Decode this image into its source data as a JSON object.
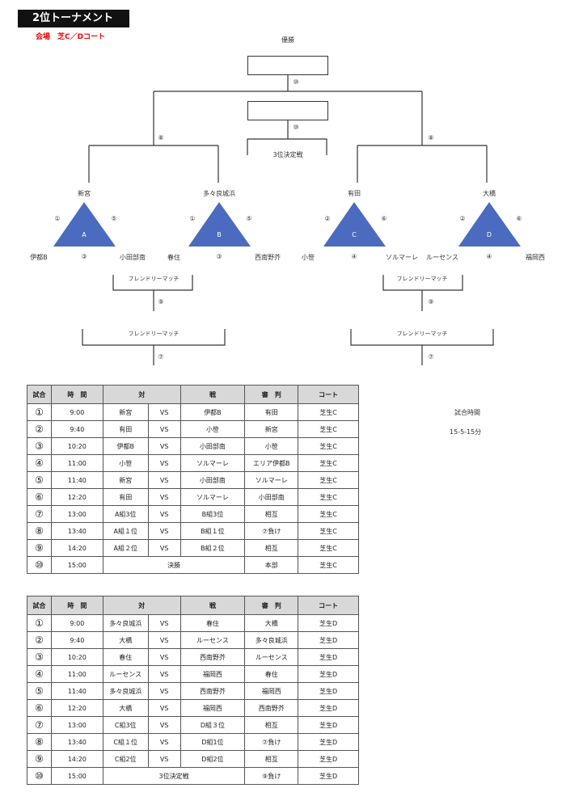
{
  "header": {
    "title": "2位トーナメント",
    "venue": "会場　芝C／Dコート"
  },
  "bracket": {
    "champion_label": "優勝",
    "third_place_label": "3位決定戦",
    "match_final": "⑩",
    "match_third": "⑩",
    "match_left_semi": "⑧",
    "match_right_semi": "⑧",
    "groups": [
      {
        "id": "A",
        "top": "新宮",
        "left_num": "①",
        "right_num": "⑤",
        "bottom_left": "伊都B",
        "bottom_mid": "③",
        "bottom_right": "小田部南",
        "color": "#4a6bbf"
      },
      {
        "id": "B",
        "top": "多々良城浜",
        "left_num": "①",
        "right_num": "⑤",
        "bottom_left": "春住",
        "bottom_mid": "③",
        "bottom_right": "西南野芥",
        "color": "#4a6bbf"
      },
      {
        "id": "C",
        "top": "有田",
        "left_num": "②",
        "right_num": "⑥",
        "bottom_left": "小笹",
        "bottom_mid": "④",
        "bottom_right": "ソルマーレ",
        "color": "#4a6bbf"
      },
      {
        "id": "D",
        "top": "大橋",
        "left_num": "②",
        "right_num": "⑥",
        "bottom_left": "ルーセンス",
        "bottom_mid": "④",
        "bottom_right": "福岡西",
        "color": "#4a6bbf"
      }
    ],
    "friendly_label": "フレンドリーマッチ",
    "friendly_left_small_num": "⑨",
    "friendly_left_big_num": "⑦",
    "friendly_right_small_num": "⑨",
    "friendly_right_big_num": "⑦"
  },
  "match_info": {
    "label": "試合時間",
    "value": "15-5-15分"
  },
  "schedule_headers": [
    "試合",
    "時　間",
    "対",
    "戦",
    "審　判",
    "コート"
  ],
  "schedule_c": [
    {
      "no": "①",
      "time": "9:00",
      "home": "新宮",
      "vs": "VS",
      "away": "伊都B",
      "ref": "有田",
      "court": "芝生C"
    },
    {
      "no": "②",
      "time": "9:40",
      "home": "有田",
      "vs": "VS",
      "away": "小笹",
      "ref": "新宮",
      "court": "芝生C"
    },
    {
      "no": "③",
      "time": "10:20",
      "home": "伊都B",
      "vs": "VS",
      "away": "小田部南",
      "ref": "小笹",
      "court": "芝生C"
    },
    {
      "no": "④",
      "time": "11:00",
      "home": "小笹",
      "vs": "VS",
      "away": "ソルマーレ",
      "ref": "エリア伊都B",
      "court": "芝生C"
    },
    {
      "no": "⑤",
      "time": "11:40",
      "home": "新宮",
      "vs": "VS",
      "away": "小田部南",
      "ref": "ソルマーレ",
      "court": "芝生C"
    },
    {
      "no": "⑥",
      "time": "12:20",
      "home": "有田",
      "vs": "VS",
      "away": "ソルマーレ",
      "ref": "小田部南",
      "court": "芝生C"
    },
    {
      "no": "⑦",
      "time": "13:00",
      "home": "A組3位",
      "vs": "VS",
      "away": "B組3位",
      "ref": "相互",
      "court": "芝生C"
    },
    {
      "no": "⑧",
      "time": "13:40",
      "home": "A組１位",
      "vs": "VS",
      "away": "B組１位",
      "ref": "⑦負け",
      "court": "芝生C"
    },
    {
      "no": "⑨",
      "time": "14:20",
      "home": "A組２位",
      "vs": "VS",
      "away": "B組２位",
      "ref": "相互",
      "court": "芝生C"
    },
    {
      "no": "⑩",
      "time": "15:00",
      "match": "決勝",
      "ref": "本部",
      "court": "芝生C"
    }
  ],
  "schedule_d": [
    {
      "no": "①",
      "time": "9:00",
      "home": "多々良城浜",
      "vs": "VS",
      "away": "春住",
      "ref": "大橋",
      "court": "芝生D"
    },
    {
      "no": "②",
      "time": "9:40",
      "home": "大橋",
      "vs": "VS",
      "away": "ルーセンス",
      "ref": "多々良城浜",
      "court": "芝生D"
    },
    {
      "no": "③",
      "time": "10:20",
      "home": "春住",
      "vs": "VS",
      "away": "西南野芥",
      "ref": "ルーセンス",
      "court": "芝生D"
    },
    {
      "no": "④",
      "time": "11:00",
      "home": "ルーセンス",
      "vs": "VS",
      "away": "福岡西",
      "ref": "春住",
      "court": "芝生D"
    },
    {
      "no": "⑤",
      "time": "11:40",
      "home": "多々良城浜",
      "vs": "VS",
      "away": "西南野芥",
      "ref": "福岡西",
      "court": "芝生D"
    },
    {
      "no": "⑥",
      "time": "12:20",
      "home": "大橋",
      "vs": "VS",
      "away": "福岡西",
      "ref": "西南野芥",
      "court": "芝生D"
    },
    {
      "no": "⑦",
      "time": "13:00",
      "home": "C組3位",
      "vs": "VS",
      "away": "D組３位",
      "ref": "相互",
      "court": "芝生D"
    },
    {
      "no": "⑧",
      "time": "13:40",
      "home": "C組１位",
      "vs": "VS",
      "away": "D組1位",
      "ref": "⑦負け",
      "court": "芝生D"
    },
    {
      "no": "⑨",
      "time": "14:20",
      "home": "C組2位",
      "vs": "VS",
      "away": "D組2位",
      "ref": "相互",
      "court": "芝生D"
    },
    {
      "no": "⑩",
      "time": "15:00",
      "match": "3位決定戦",
      "ref": "⑨負け",
      "court": "芝生D"
    }
  ]
}
